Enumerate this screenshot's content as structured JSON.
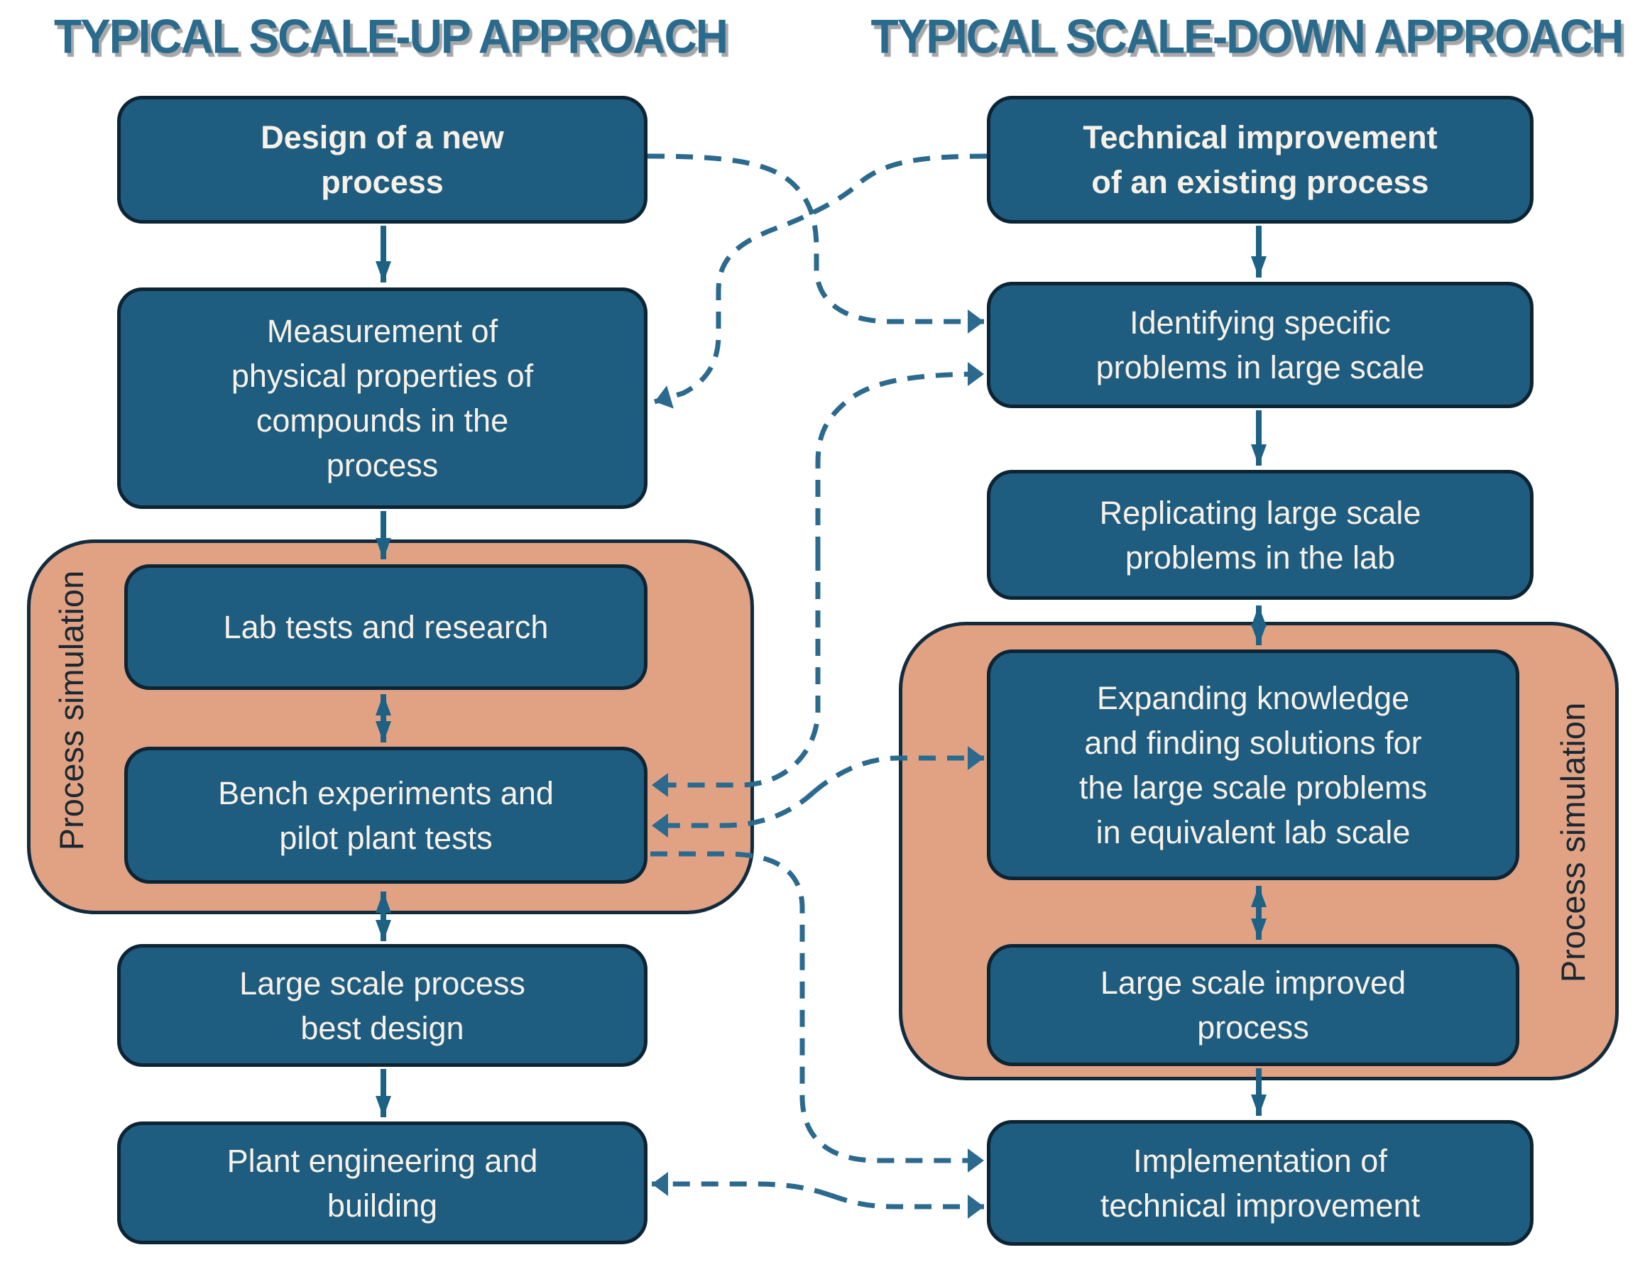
{
  "left": {
    "title": "TYPICAL SCALE-UP APPROACH",
    "group_label": "Process simulation",
    "nodes": {
      "design": "Design of a new\nprocess",
      "measurement": "Measurement of\nphysical properties of\ncompounds in the\nprocess",
      "lab": "Lab tests and research",
      "bench": "Bench experiments and\npilot plant tests",
      "large_best": "Large scale process\nbest design",
      "plant": "Plant engineering and\nbuilding"
    }
  },
  "right": {
    "title": "TYPICAL SCALE-DOWN APPROACH",
    "group_label": "Process simulation",
    "nodes": {
      "technical": "Technical improvement\nof an existing process",
      "identifying": "Identifying specific\nproblems in large scale",
      "replicating": "Replicating large scale\nproblems in the lab",
      "expanding": "Expanding knowledge\nand finding solutions for\nthe large scale problems\nin equivalent lab scale",
      "improved": "Large scale improved\nprocess",
      "implementation": "Implementation of\ntechnical improvement"
    }
  },
  "flows_solid": [
    {
      "from": "Design of a new process",
      "to": "Measurement of physical properties of compounds in the process",
      "direction": "one-way"
    },
    {
      "from": "Measurement of physical properties of compounds in the process",
      "to": "Lab tests and research",
      "direction": "one-way"
    },
    {
      "from": "Lab tests and research",
      "to": "Bench experiments and pilot plant tests",
      "direction": "two-way"
    },
    {
      "from": "Bench experiments and pilot plant tests",
      "to": "Large scale process best design",
      "direction": "two-way"
    },
    {
      "from": "Large scale process best design",
      "to": "Plant engineering and building",
      "direction": "one-way"
    },
    {
      "from": "Technical improvement of an existing process",
      "to": "Identifying specific problems in large scale",
      "direction": "one-way"
    },
    {
      "from": "Identifying specific problems in large scale",
      "to": "Replicating large scale problems in the lab",
      "direction": "one-way"
    },
    {
      "from": "Replicating large scale problems in the lab",
      "to": "Expanding knowledge and finding solutions for the large scale problems in equivalent lab scale",
      "direction": "two-way"
    },
    {
      "from": "Expanding knowledge and finding solutions for the large scale problems in equivalent lab scale",
      "to": "Large scale improved process",
      "direction": "two-way"
    },
    {
      "from": "Large scale improved process",
      "to": "Implementation of technical improvement",
      "direction": "one-way"
    }
  ],
  "flows_dashed": [
    {
      "from": "Design of a new process",
      "to": "Identifying specific problems in large scale",
      "direction": "one-way"
    },
    {
      "from": "Technical improvement of an existing process",
      "to": "Measurement of physical properties of compounds in the process",
      "direction": "one-way"
    },
    {
      "from": "Identifying specific problems in large scale",
      "to": "Bench experiments and pilot plant tests",
      "direction": "two-way"
    },
    {
      "from": "Expanding knowledge and finding solutions for the large scale problems in equivalent lab scale",
      "to": "Bench experiments and pilot plant tests",
      "direction": "two-way"
    },
    {
      "from": "Bench experiments and pilot plant tests",
      "to": "Implementation of technical improvement",
      "direction": "one-way"
    },
    {
      "from": "Plant engineering and building",
      "to": "Implementation of technical improvement",
      "direction": "two-way"
    }
  ],
  "colors": {
    "node_fill": "#1e5c80",
    "node_border": "#0d2433",
    "node_text": "#f8f1e7",
    "group_fill": "#e1a284",
    "group_border": "#122c3d",
    "group_label_text": "#1b2831",
    "solid_arrow": "#1d6285",
    "dashed_connector": "#2b6a8e",
    "title_text": "#2a6b8d",
    "background": "#ffffff"
  }
}
